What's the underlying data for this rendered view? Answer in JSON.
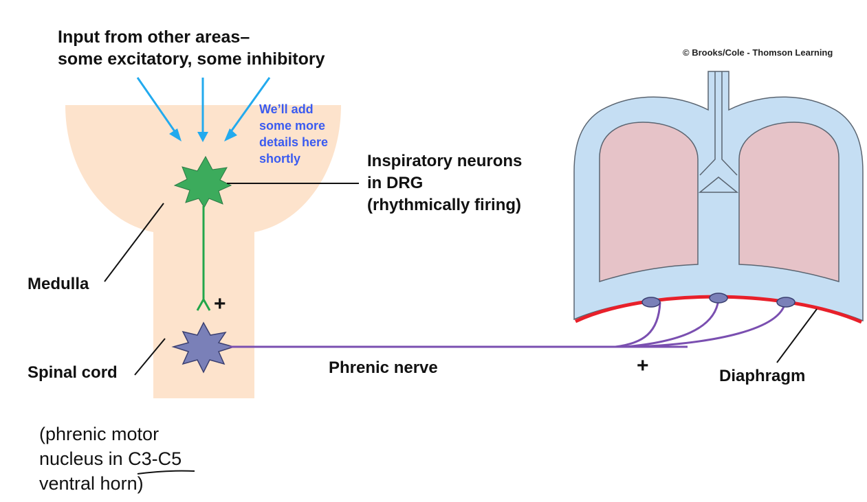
{
  "labels": {
    "input_line1": "Input from other areas–",
    "input_line2": "some excitatory, some inhibitory",
    "note_line1": "We’ll add",
    "note_line2": "some more",
    "note_line3": "details here",
    "note_line4": "shortly",
    "drg_line1": "Inspiratory neurons",
    "drg_line2": "in DRG",
    "drg_line3": "(rhythmically firing)",
    "medulla": "Medulla",
    "spinal_cord": "Spinal cord",
    "phrenic_nerve": "Phrenic nerve",
    "diaphragm": "Diaphragm",
    "plus_synapse": "+",
    "plus_nerve": "+",
    "credit": "© Brooks/Cole - Thomson Learning",
    "handnote_line1": "(phrenic motor",
    "handnote_line2": "nucleus in C3-C5",
    "handnote_line3": "ventral horn)"
  },
  "colors": {
    "brainstem": "#fde3cc",
    "arrow": "#22aaee",
    "drg_neuron": "#3cab5c",
    "motor_neuron": "#7a80b8",
    "axon_green": "#22a64a",
    "phrenic_nerve": "#7a4fb0",
    "thorax": "#c5def3",
    "lung": "#e6c3c8",
    "diaphragm": "#e8202a",
    "note_text": "#3a5bf0"
  }
}
